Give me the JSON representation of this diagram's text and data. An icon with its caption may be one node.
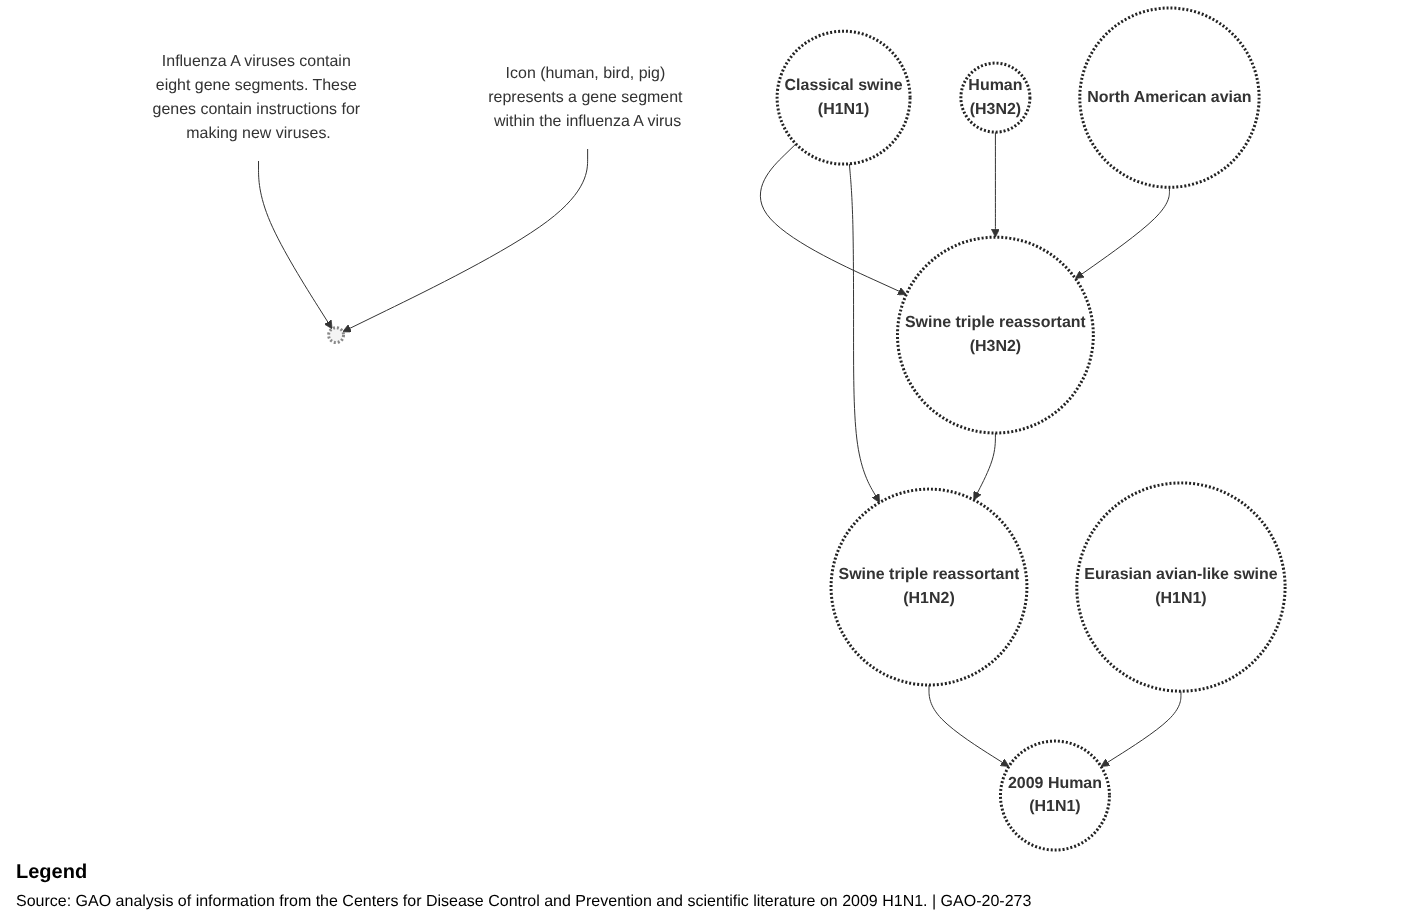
{
  "diagram": {
    "caption": "Source: GAO analysis of information from the Centers for Disease Control and Prevention and scientific literature on 2009 H1N1. | GAO-20-273",
    "nodes": [
      {
        "text": [
          "Human",
          "(H3N2)"
        ]
      },
      {
        "text": [
          "North American avian"
        ]
      },
      {
        "text": [
          "Classical swine",
          "(H1N1)"
        ]
      },
      {
        "text": [
          "Swine triple reassortant",
          "(H3N2)"
        ]
      },
      {
        "text": [
          "Swine triple reassortant",
          "(H1N2)"
        ]
      },
      {
        "text": [
          "Eurasian avian-like swine",
          "(H1N1)"
        ]
      },
      {
        "text": [
          "2009 Human",
          "(H1N1)"
        ]
      },
      {
        "text": [],
        "shape": "circle"
      },
      {
        "text": [
          "Influenza A viruses contain eight gene segments. These genes contain instructions for making new viruses."
        ]
      },
      {
        "text": [
          "Icon (human, bird, pig) represents a gene segment within the influenza A virus"
        ]
      }
    ],
    "edges": [
      {
        "from": 0,
        "to": 3,
        "arrow": "to"
      },
      {
        "from": 1,
        "to": 3,
        "arrow": "to"
      },
      {
        "from": 2,
        "to": 3,
        "arrow": "to"
      },
      {
        "from": 2,
        "to": 4,
        "arrow": "to"
      },
      {
        "from": 3,
        "to": 4,
        "arrow": "to"
      },
      {
        "from": 4,
        "to": 6,
        "arrow": "to"
      },
      {
        "from": 5,
        "to": 6,
        "arrow": "to"
      },
      {
        "from": 8,
        "to": 7,
        "arrow": "to"
      },
      {
        "from": 9,
        "to": 7,
        "arrow": "to"
      }
    ],
    "labels": [
      "Legend"
    ]
  }
}
